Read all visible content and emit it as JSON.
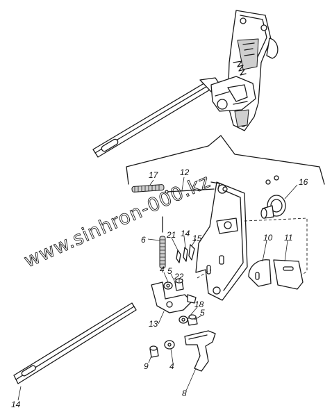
{
  "watermark": "www.sinhron-000.kz",
  "labels": {
    "l17": "17",
    "l12": "12",
    "l16": "16",
    "l6": "6",
    "l21": "21",
    "l14a": "14",
    "l15": "15",
    "l10": "10",
    "l11": "11",
    "l4a": "4",
    "l5a": "5",
    "l22": "22",
    "l18": "18",
    "l5b": "5",
    "l13": "13",
    "l9": "9",
    "l4b": "4",
    "l8": "8",
    "l14b": "14"
  },
  "colors": {
    "line": "#1a1a1a",
    "shade": "#cfcfcf",
    "background": "#ffffff"
  }
}
